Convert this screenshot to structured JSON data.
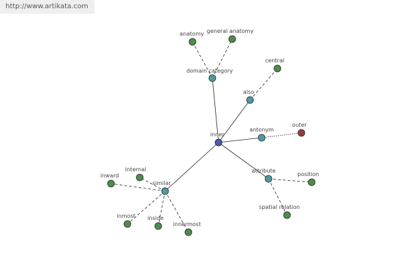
{
  "site": {
    "url": "http://www.artikata.com"
  },
  "graph": {
    "colors": {
      "center": "#4a5aa8",
      "relation": "#4f9aa0",
      "term": "#4f8c4a",
      "antonym_term": "#9a3a42",
      "edge": "#222222"
    },
    "center": {
      "id": "inner",
      "label": "inner"
    },
    "relations": [
      {
        "id": "domain-category",
        "label": "domain category",
        "terms": [
          {
            "id": "anatomy",
            "label": "anatomy"
          },
          {
            "id": "general-anatomy",
            "label": "general anatomy"
          }
        ]
      },
      {
        "id": "also",
        "label": "also",
        "terms": [
          {
            "id": "central",
            "label": "central"
          }
        ]
      },
      {
        "id": "antonym",
        "label": "antonym",
        "terms": [
          {
            "id": "outer",
            "label": "outer"
          }
        ]
      },
      {
        "id": "attribute",
        "label": "attribute",
        "terms": [
          {
            "id": "position",
            "label": "position"
          },
          {
            "id": "spatial-relation",
            "label": "spatial relation"
          }
        ]
      },
      {
        "id": "similar",
        "label": "similar",
        "terms": [
          {
            "id": "inward",
            "label": "inward"
          },
          {
            "id": "internal",
            "label": "internal"
          },
          {
            "id": "inmost",
            "label": "inmost"
          },
          {
            "id": "inside",
            "label": "inside"
          },
          {
            "id": "innermost",
            "label": "innermost"
          }
        ]
      }
    ]
  }
}
